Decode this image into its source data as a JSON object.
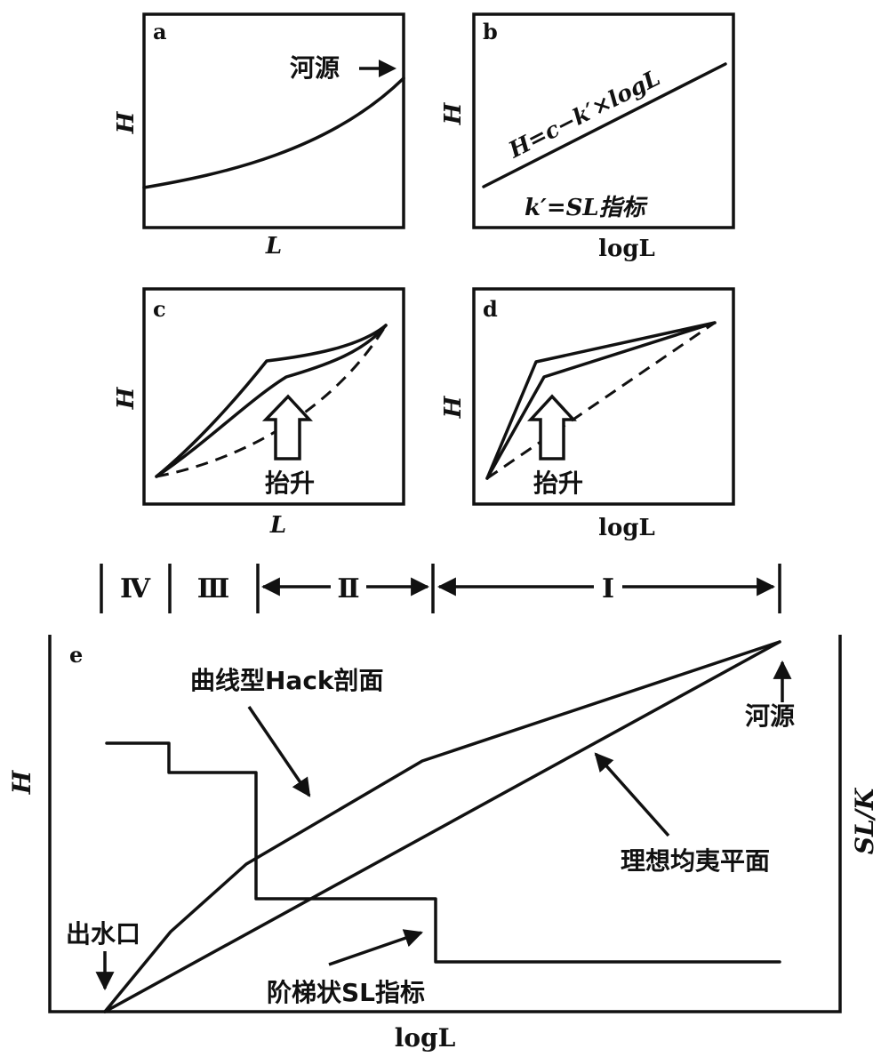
{
  "panels": {
    "a": {
      "tag": "a",
      "ylabel": "H",
      "xlabel": "L",
      "source_label": "河源"
    },
    "b": {
      "tag": "b",
      "ylabel": "H",
      "xlabel": "logL",
      "equation": "H=c−k′×logL",
      "index_note": "k′=SL指标"
    },
    "c": {
      "tag": "c",
      "ylabel": "H",
      "xlabel": "L",
      "uplift_label": "抬升"
    },
    "d": {
      "tag": "d",
      "ylabel": "H",
      "xlabel": "logL",
      "uplift_label": "抬升"
    },
    "e": {
      "tag": "e",
      "ylabel_left": "H",
      "ylabel_right": "SL/K",
      "xlabel": "logL",
      "stages": [
        "Ⅳ",
        "Ⅲ",
        "Ⅱ",
        "Ⅰ"
      ],
      "labels": {
        "hack_profile": "曲线型Hack剖面",
        "source": "河源",
        "ideal_plane": "理想均夷平面",
        "outlet": "出水口",
        "stepped_sl": "阶梯状SL指标"
      }
    }
  }
}
